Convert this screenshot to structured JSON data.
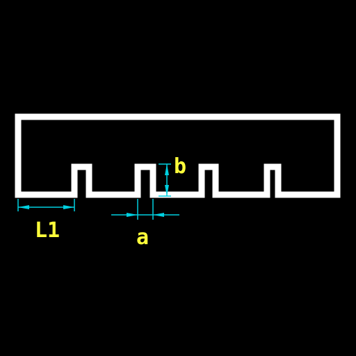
{
  "colors": {
    "background": "#000000",
    "outline": "#ffffff",
    "dimension_line": "#00d0e0",
    "dimension_text": "#ffff3a"
  },
  "labels": {
    "slot_depth": "b",
    "slot_width": "a",
    "edge_to_first_slot": "L1"
  }
}
